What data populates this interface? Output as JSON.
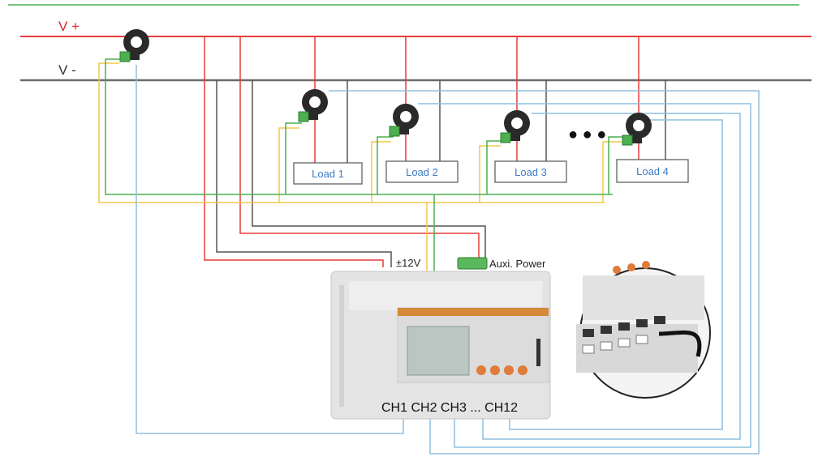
{
  "rails": {
    "positive": "V +",
    "negative": "V -"
  },
  "loads": [
    {
      "label": "Load 1"
    },
    {
      "label": "Load 2"
    },
    {
      "label": "Load 3"
    },
    {
      "label": "Load 4"
    }
  ],
  "ellipsis": "● ● ●",
  "supply": {
    "voltage_label": "±12V",
    "aux_label": "Auxi. Power"
  },
  "meter": {
    "channels_label": "CH1 CH2 CH3 ... CH12"
  },
  "colors": {
    "positive_wire": "#e63b3b",
    "negative_wire": "#555555",
    "signal_yellow": "#f2c94c",
    "signal_green": "#4caf50",
    "signal_blue": "#8fbfe0",
    "load_text": "#3b7bc4",
    "positive_text": "#d62828"
  }
}
